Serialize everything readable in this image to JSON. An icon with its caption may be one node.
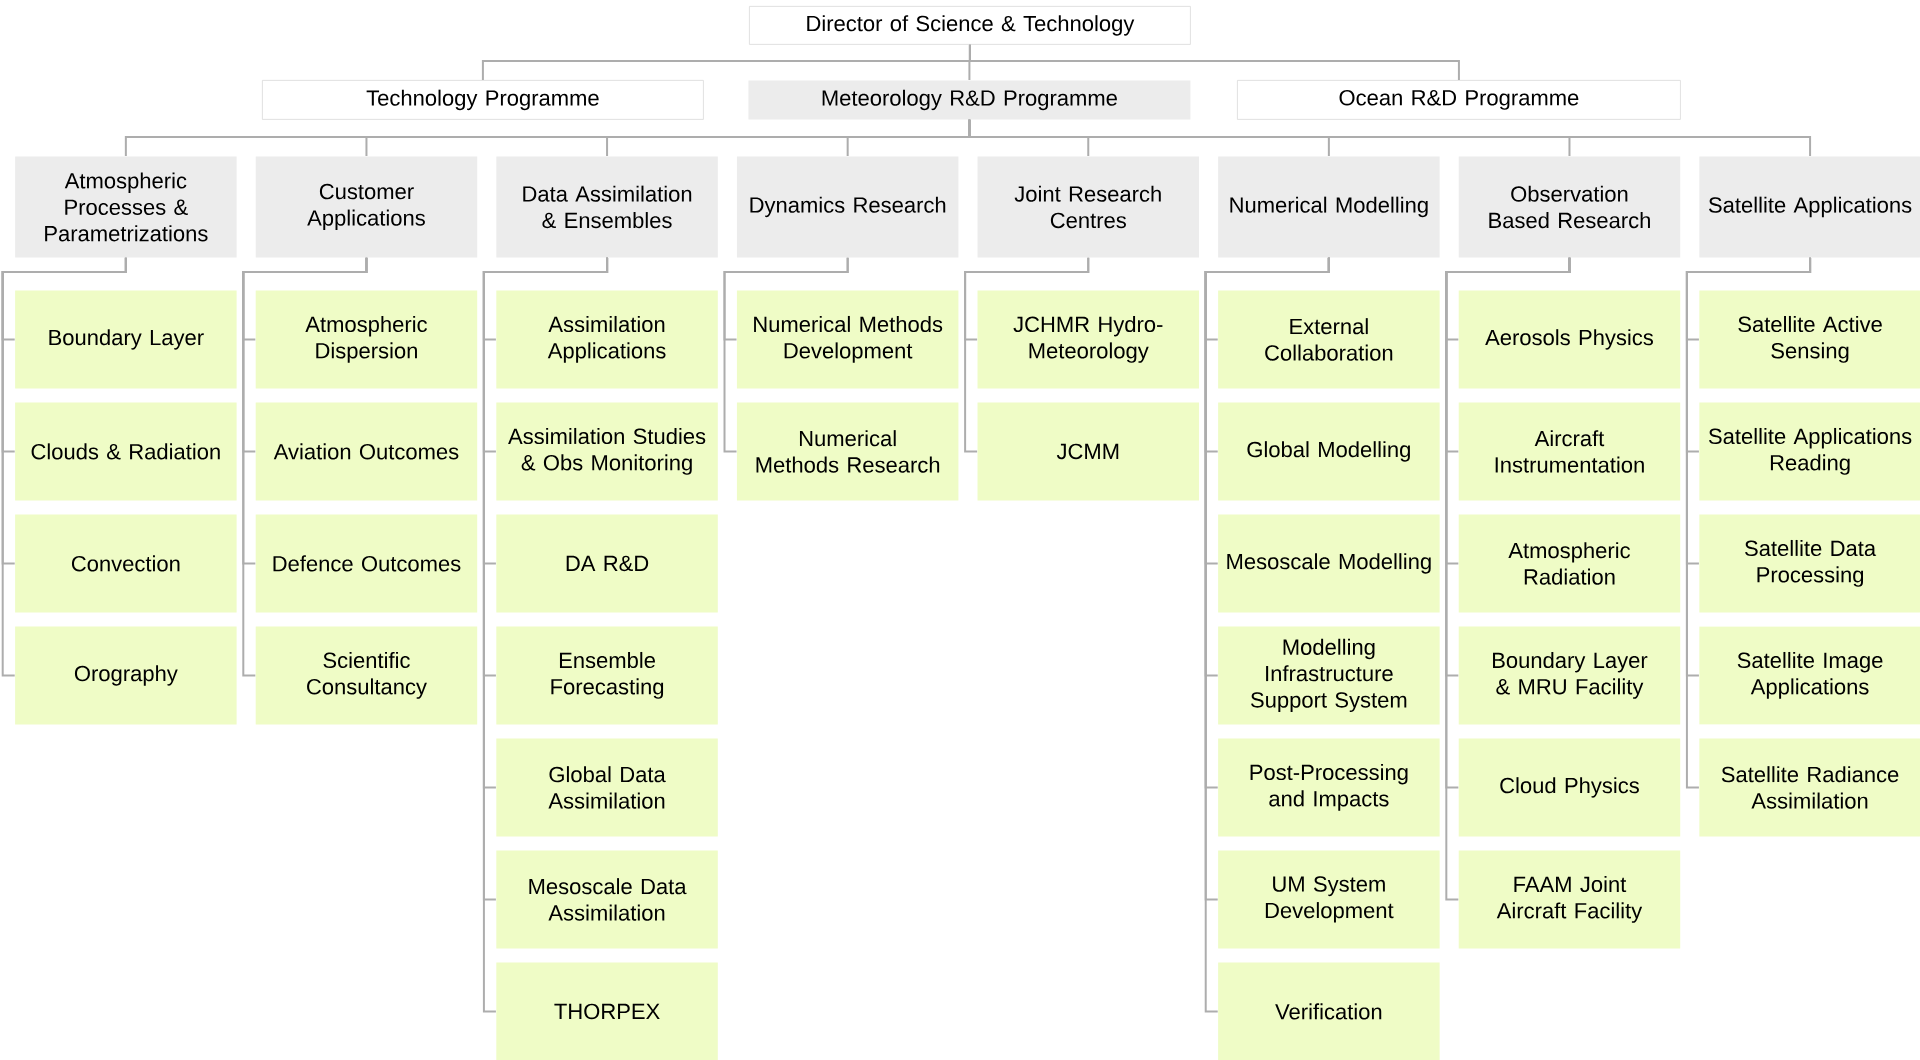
{
  "diagram": {
    "nodes": [
      {
        "text": [
          "Director of Science & Technology"
        ]
      },
      {
        "text": [
          "Technology Programme"
        ]
      },
      {
        "text": [
          "Meteorology R&D Programme"
        ]
      },
      {
        "text": [
          "Ocean R&D Programme"
        ]
      },
      {
        "text": [
          "Atmospheric Processes & Parametrizations"
        ]
      },
      {
        "text": [
          "Customer Applications"
        ]
      },
      {
        "text": [
          "Data Assimilation & Ensembles"
        ]
      },
      {
        "text": [
          "Dynamics Research"
        ]
      },
      {
        "text": [
          "Joint Research Centres"
        ]
      },
      {
        "text": [
          "Numerical Modelling"
        ]
      },
      {
        "text": [
          "Observation Based Research"
        ]
      },
      {
        "text": [
          "Satellite Applications"
        ]
      },
      {
        "text": [
          "Boundary Layer"
        ]
      },
      {
        "text": [
          "Clouds & Radiation"
        ]
      },
      {
        "text": [
          "Convection"
        ]
      },
      {
        "text": [
          "Orography"
        ]
      },
      {
        "text": [
          "Atmospheric Dispersion"
        ]
      },
      {
        "text": [
          "Aviation Outcomes"
        ]
      },
      {
        "text": [
          "Defence Outcomes"
        ]
      },
      {
        "text": [
          "Scientific Consultancy"
        ]
      },
      {
        "text": [
          "Assimilation Applications"
        ]
      },
      {
        "text": [
          "Assimilation Studies & Obs Monitoring"
        ]
      },
      {
        "text": [
          "DA R&D"
        ]
      },
      {
        "text": [
          "Ensemble Forecasting"
        ]
      },
      {
        "text": [
          "Global Data Assimilation"
        ]
      },
      {
        "text": [
          "Mesoscale Data Assimilation"
        ]
      },
      {
        "text": [
          "THORPEX"
        ]
      },
      {
        "text": [
          "Numerical Methods Development"
        ]
      },
      {
        "text": [
          "Numerical Methods Research"
        ]
      },
      {
        "text": [
          "JCHMR Hydro-Meteorology"
        ]
      },
      {
        "text": [
          "JCMM"
        ]
      },
      {
        "text": [
          "External Collaboration"
        ]
      },
      {
        "text": [
          "Global Modelling"
        ]
      },
      {
        "text": [
          "Mesoscale Modelling"
        ]
      },
      {
        "text": [
          "Modelling Infrastructure Support System"
        ]
      },
      {
        "text": [
          "Post-Processing and Impacts"
        ]
      },
      {
        "text": [
          "UM System Development"
        ]
      },
      {
        "text": [
          "Verification"
        ]
      },
      {
        "text": [
          "Aerosols Physics"
        ]
      },
      {
        "text": [
          "Aircraft Instrumentation"
        ]
      },
      {
        "text": [
          "Atmospheric Radiation"
        ]
      },
      {
        "text": [
          "Boundary Layer & MRU Facility"
        ]
      },
      {
        "text": [
          "Cloud Physics"
        ]
      },
      {
        "text": [
          "FAAM Joint Aircraft Facility"
        ]
      },
      {
        "text": [
          "Satellite Active Sensing"
        ]
      },
      {
        "text": [
          "Satellite Applications Reading"
        ]
      },
      {
        "text": [
          "Satellite Data Processing"
        ]
      },
      {
        "text": [
          "Satellite Image Applications"
        ]
      },
      {
        "text": [
          "Satellite Radiance Assimilation"
        ]
      }
    ],
    "edges": [
      {
        "from": 0,
        "to": 1,
        "arrow": "none"
      },
      {
        "from": 0,
        "to": 2,
        "arrow": "none"
      },
      {
        "from": 0,
        "to": 3,
        "arrow": "none"
      },
      {
        "from": 2,
        "to": 4,
        "arrow": "none"
      },
      {
        "from": 2,
        "to": 5,
        "arrow": "none"
      },
      {
        "from": 2,
        "to": 6,
        "arrow": "none"
      },
      {
        "from": 2,
        "to": 7,
        "arrow": "none"
      },
      {
        "from": 2,
        "to": 8,
        "arrow": "none"
      },
      {
        "from": 2,
        "to": 9,
        "arrow": "none"
      },
      {
        "from": 2,
        "to": 10,
        "arrow": "none"
      },
      {
        "from": 2,
        "to": 11,
        "arrow": "none"
      },
      {
        "from": 4,
        "to": 12,
        "arrow": "none"
      },
      {
        "from": 4,
        "to": 13,
        "arrow": "none"
      },
      {
        "from": 4,
        "to": 14,
        "arrow": "none"
      },
      {
        "from": 4,
        "to": 15,
        "arrow": "none"
      },
      {
        "from": 5,
        "to": 16,
        "arrow": "none"
      },
      {
        "from": 5,
        "to": 17,
        "arrow": "none"
      },
      {
        "from": 5,
        "to": 18,
        "arrow": "none"
      },
      {
        "from": 5,
        "to": 19,
        "arrow": "none"
      },
      {
        "from": 6,
        "to": 20,
        "arrow": "none"
      },
      {
        "from": 6,
        "to": 21,
        "arrow": "none"
      },
      {
        "from": 6,
        "to": 22,
        "arrow": "none"
      },
      {
        "from": 6,
        "to": 23,
        "arrow": "none"
      },
      {
        "from": 6,
        "to": 24,
        "arrow": "none"
      },
      {
        "from": 6,
        "to": 25,
        "arrow": "none"
      },
      {
        "from": 6,
        "to": 26,
        "arrow": "none"
      },
      {
        "from": 7,
        "to": 27,
        "arrow": "none"
      },
      {
        "from": 7,
        "to": 28,
        "arrow": "none"
      },
      {
        "from": 8,
        "to": 29,
        "arrow": "none"
      },
      {
        "from": 8,
        "to": 30,
        "arrow": "none"
      },
      {
        "from": 9,
        "to": 31,
        "arrow": "none"
      },
      {
        "from": 9,
        "to": 32,
        "arrow": "none"
      },
      {
        "from": 9,
        "to": 33,
        "arrow": "none"
      },
      {
        "from": 9,
        "to": 34,
        "arrow": "none"
      },
      {
        "from": 9,
        "to": 35,
        "arrow": "none"
      },
      {
        "from": 9,
        "to": 36,
        "arrow": "none"
      },
      {
        "from": 9,
        "to": 37,
        "arrow": "none"
      },
      {
        "from": 10,
        "to": 38,
        "arrow": "none"
      },
      {
        "from": 10,
        "to": 39,
        "arrow": "none"
      },
      {
        "from": 10,
        "to": 40,
        "arrow": "none"
      },
      {
        "from": 10,
        "to": 41,
        "arrow": "none"
      },
      {
        "from": 10,
        "to": 42,
        "arrow": "none"
      },
      {
        "from": 10,
        "to": 43,
        "arrow": "none"
      },
      {
        "from": 11,
        "to": 44,
        "arrow": "none"
      },
      {
        "from": 11,
        "to": 45,
        "arrow": "none"
      },
      {
        "from": 11,
        "to": 46,
        "arrow": "none"
      },
      {
        "from": 11,
        "to": 47,
        "arrow": "none"
      },
      {
        "from": 11,
        "to": 48,
        "arrow": "none"
      }
    ]
  }
}
